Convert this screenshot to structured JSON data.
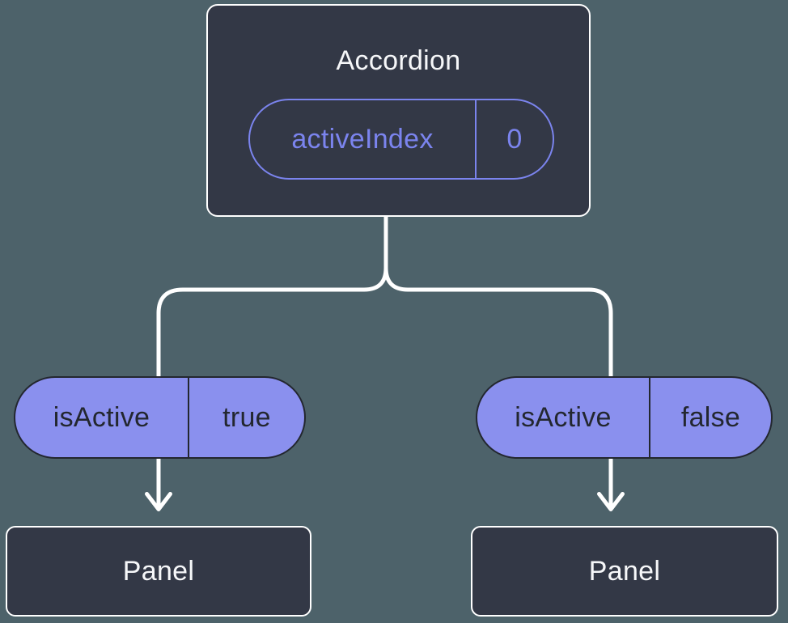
{
  "diagram": {
    "root": {
      "title": "Accordion",
      "prop": {
        "name": "activeIndex",
        "value": "0"
      }
    },
    "children": [
      {
        "title": "Panel",
        "prop": {
          "name": "isActive",
          "value": "true"
        }
      },
      {
        "title": "Panel",
        "prop": {
          "name": "isActive",
          "value": "false"
        }
      }
    ]
  },
  "colors": {
    "background": "#4D626A",
    "card-bg": "#333846",
    "card-border": "#FFFFFF",
    "card-text": "#F6F7F9",
    "accent": "#7B84EE",
    "pill-bg": "#8A90EE",
    "pill-dark": "#23272F",
    "line": "#FFFFFF"
  }
}
